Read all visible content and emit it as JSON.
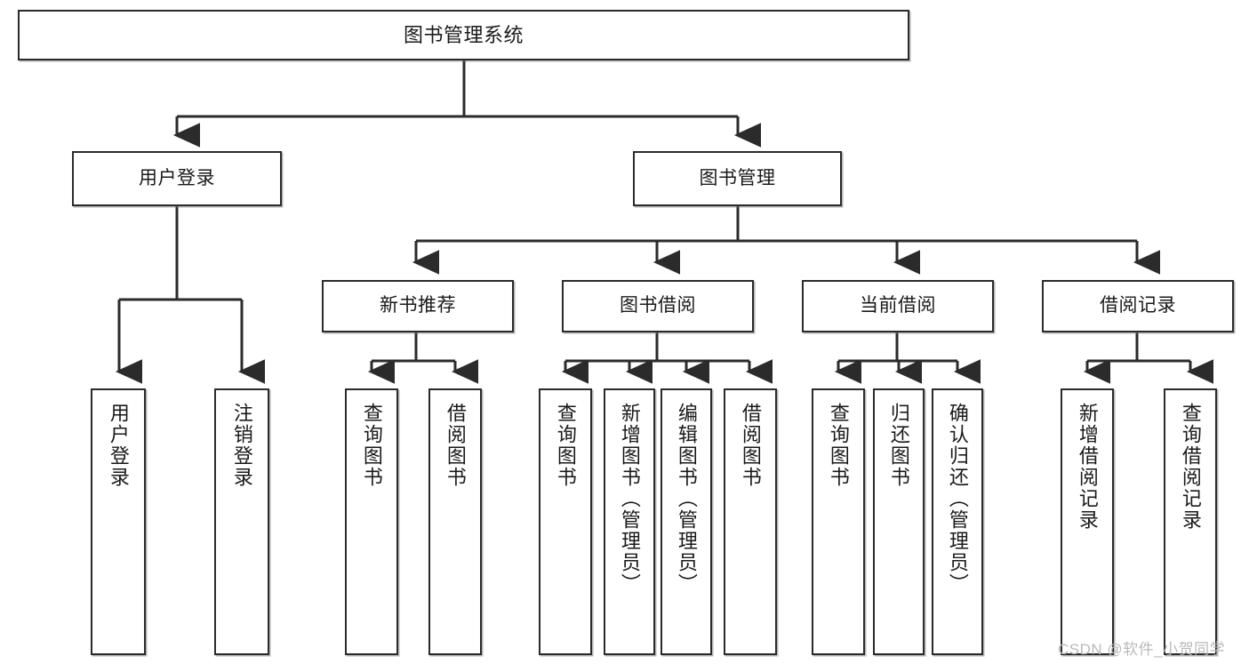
{
  "diagram": {
    "title_node": {
      "label": "图书管理系统"
    },
    "level2": [
      {
        "id": "user-login",
        "label": "用户登录"
      },
      {
        "id": "book-management",
        "label": "图书管理"
      }
    ],
    "level3": [
      {
        "id": "new-book-recommend",
        "label": "新书推荐"
      },
      {
        "id": "book-borrow",
        "label": "图书借阅"
      },
      {
        "id": "current-borrow",
        "label": "当前借阅"
      },
      {
        "id": "borrow-record",
        "label": "借阅记录"
      }
    ],
    "leaves": {
      "user_login": [
        {
          "id": "leaf-user-login",
          "label": "用户登录"
        },
        {
          "id": "leaf-logout-login",
          "label": "注销登录"
        }
      ],
      "new_book_recommend": [
        {
          "id": "leaf-query-book-1",
          "label": "查询图书"
        },
        {
          "id": "leaf-borrow-book-1",
          "label": "借阅图书"
        }
      ],
      "book_borrow": [
        {
          "id": "leaf-query-book-2",
          "label": "查询图书"
        },
        {
          "id": "leaf-add-book",
          "label": "新增图书（管理员）"
        },
        {
          "id": "leaf-edit-book",
          "label": "编辑图书（管理员）"
        },
        {
          "id": "leaf-borrow-book-2",
          "label": "借阅图书"
        }
      ],
      "current_borrow": [
        {
          "id": "leaf-query-book-3",
          "label": "查询图书"
        },
        {
          "id": "leaf-return-book",
          "label": "归还图书"
        },
        {
          "id": "leaf-confirm-return",
          "label": "确认归还（管理员）"
        }
      ],
      "borrow_record": [
        {
          "id": "leaf-add-record",
          "label": "新增借阅记录"
        },
        {
          "id": "leaf-query-record",
          "label": "查询借阅记录"
        }
      ]
    }
  },
  "watermark": {
    "text": "CSDN @软件_小贺同学"
  },
  "colors": {
    "stroke": "#2b2b2b",
    "box_fill": "#ffffff",
    "text": "#1a1a1a",
    "watermark": "#b9b9b9",
    "page_background": "#ffffff"
  }
}
